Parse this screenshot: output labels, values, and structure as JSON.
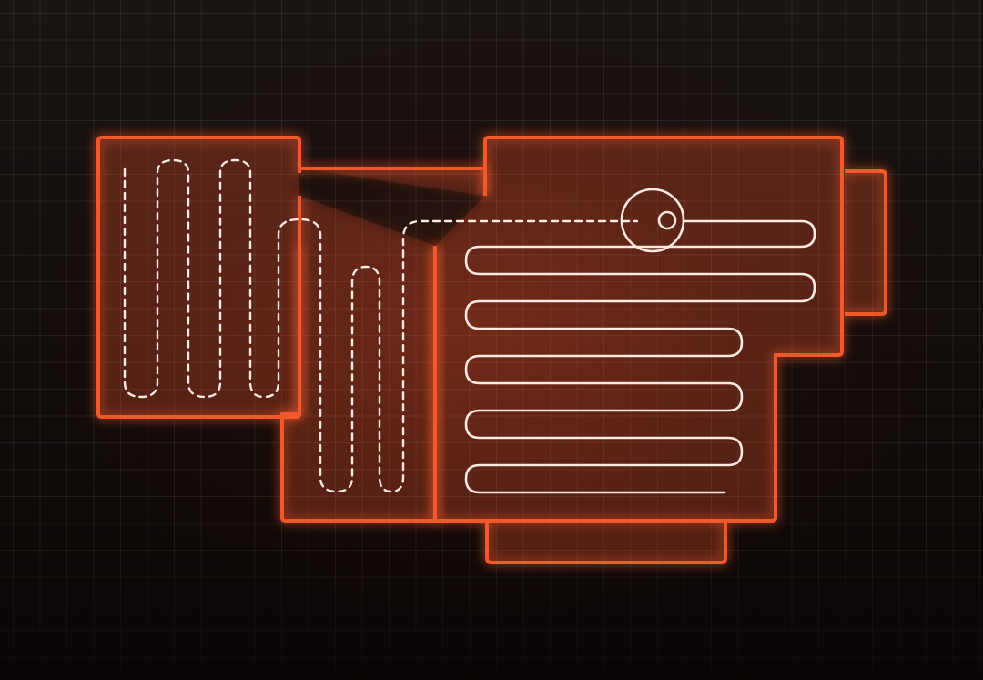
{
  "diagram": {
    "colors": {
      "wall": "#f2582c",
      "floor_fill": "#f2582c",
      "pipe": "#fbe9e2",
      "background": "#120c0b",
      "grid_line": "#2a2322"
    },
    "rooms": [
      "room-left",
      "room-middle",
      "room-right-main",
      "room-right-annex",
      "room-bottom-annex"
    ],
    "circuits": [
      {
        "name": "circuit-left",
        "style": "dashed",
        "loops": 3
      },
      {
        "name": "circuit-middle",
        "style": "dashed",
        "loops": 2
      },
      {
        "name": "circuit-right",
        "style": "solid",
        "loops": 6
      }
    ],
    "icons": [
      "manifold-icon"
    ]
  }
}
